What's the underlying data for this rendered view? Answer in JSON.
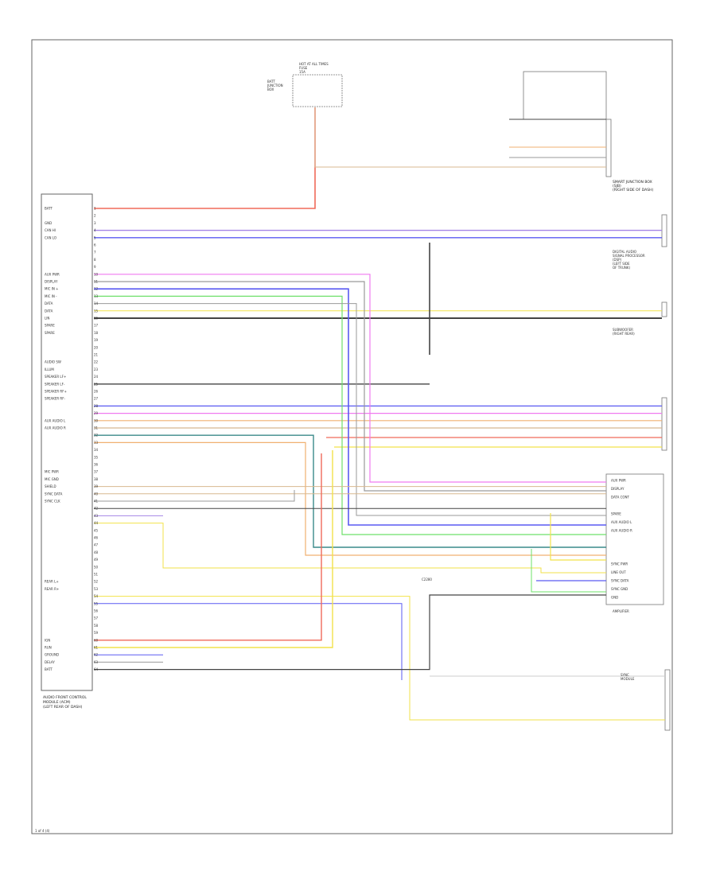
{
  "colors": {
    "frame": "#666666",
    "box": "#777777",
    "red": "#f06a5a",
    "purple": "#a586e6",
    "blue": "#5a5af2",
    "black": "#444444",
    "pink": "#f07af0",
    "gray": "#9a9a9a",
    "yellow": "#f2e24a",
    "green": "#6ee06a",
    "orange": "#f0b070",
    "tan": "#d8b890",
    "teal": "#3a8a8a",
    "white_wire": "#cccccc"
  },
  "labels": {
    "module_caption": [
      "AUDIO FRONT CONTROL",
      "MODULE (ACM)",
      "(LEFT REAR OF DASH)"
    ],
    "smart_junction": [
      "SMART JUNCTION BOX",
      "(SJB)",
      "(RIGHT SIDE OF DASH)"
    ],
    "hot_at_all_times": [
      "HOT AT ALL TIMES",
      "FUSE",
      "15A"
    ],
    "fuse_box": [
      "BATT",
      "JUNCTION",
      "BOX"
    ],
    "rear_speaker": [
      "DIGITAL AUDIO",
      "SIGNAL PROCESSOR",
      "(DSP)",
      "(LEFT SIDE",
      "OF TRUNK)"
    ],
    "subwoofer": [
      "SUBWOOFER",
      "(RIGHT REAR)"
    ],
    "amplifier": [
      "AMPLIFIER"
    ],
    "gps_module": [
      "SYNC",
      "MODULE"
    ],
    "connector": [
      "C2280"
    ],
    "page_ref": "1 of 4 (4)"
  },
  "pins_left": [
    "BATT",
    "",
    "GND",
    "CAN HI",
    "CAN LO",
    "",
    "",
    "",
    "",
    "AUX PWR",
    "DISPLAY",
    "MIC IN +",
    "MIC IN -",
    "DATA",
    "DATA",
    "LIN",
    "SPARE",
    "SPARE",
    "",
    "",
    "",
    "AUDIO SW",
    "ILLUM",
    "SPEAKER LF+",
    "SPEAKER LF-",
    "SPEAKER RF+",
    "SPEAKER RF-",
    "",
    "",
    "AUX AUDIO L",
    "AUX AUDIO R",
    "",
    "",
    "",
    "",
    "",
    "MIC PWR",
    "MIC GND",
    "SHIELD",
    "SYNC DATA",
    "SYNC CLK",
    "",
    "",
    "",
    "",
    "",
    "",
    "",
    "",
    "",
    "",
    "REAR L+",
    "REAR R+",
    "",
    "",
    "",
    "",
    "",
    "",
    "IGN",
    "RUN",
    "GROUND",
    "DELAY",
    "BATT"
  ],
  "pins_right": [
    "AUX PWR",
    "DISPLAY",
    "DATA CONT",
    "",
    "SPARE",
    "AUX AUDIO L",
    "AUX AUDIO R",
    "",
    "",
    "",
    "SYNC PWR",
    "LINE OUT",
    "SYNC DATA",
    "SYNC GND",
    "GND"
  ]
}
